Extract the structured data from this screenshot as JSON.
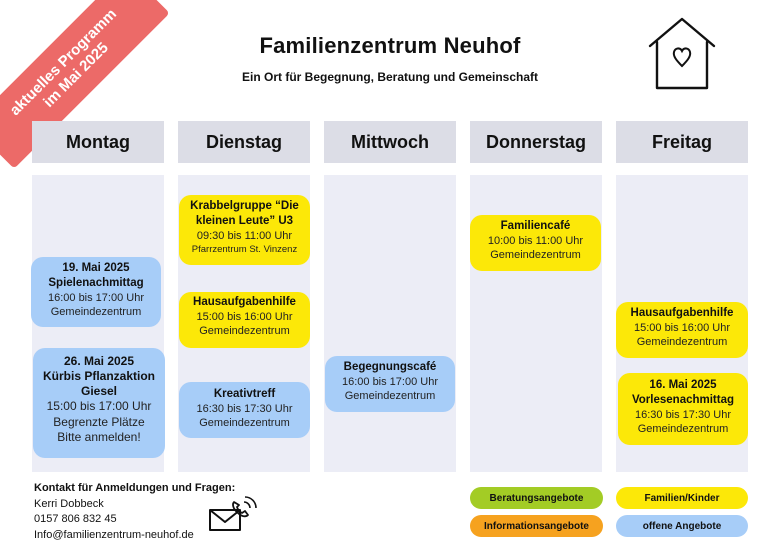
{
  "banner": {
    "line1": "aktuelles Programm",
    "line2": "im Mai 2025"
  },
  "header": {
    "title": "Familienzentrum Neuhof",
    "subtitle": "Ein Ort für Begegnung, Beratung und Gemeinschaft",
    "logo_icon": "house-heart-icon"
  },
  "days": [
    "Montag",
    "Dienstag",
    "Mittwoch",
    "Donnerstag",
    "Freitag"
  ],
  "events": {
    "mon1": {
      "title1": "19. Mai 2025",
      "title2": "Spielenachmittag",
      "time": "16:00 bis 17:00 Uhr",
      "place": "Gemeindezentrum"
    },
    "mon2": {
      "title1": "26. Mai 2025",
      "title2": "Kürbis Pflanzaktion",
      "title3": "Giesel",
      "time": "15:00 bis 17:00 Uhr",
      "note1": "Begrenzte Plätze",
      "note2": "Bitte anmelden!"
    },
    "tue1": {
      "title1": "Krabbelgruppe “Die",
      "title2": "kleinen Leute” U3",
      "time": "09:30 bis 11:00 Uhr",
      "place": "Pfarrzentrum St. Vinzenz"
    },
    "tue2": {
      "title": "Hausaufgabenhilfe",
      "time": "15:00 bis 16:00 Uhr",
      "place": "Gemeindezentrum"
    },
    "tue3": {
      "title": "Kreativtreff",
      "time": "16:30 bis 17:30 Uhr",
      "place": "Gemeindezentrum"
    },
    "wed1": {
      "title": "Begegnungscafé",
      "time": "16:00 bis 17:00 Uhr",
      "place": "Gemeindezentrum"
    },
    "thu1": {
      "title": "Familiencafé",
      "time": "10:00 bis 11:00 Uhr",
      "place": "Gemeindezentrum"
    },
    "fri1": {
      "title": "Hausaufgabenhilfe",
      "time": "15:00 bis 16:00 Uhr",
      "place": "Gemeindezentrum"
    },
    "fri2": {
      "title1": "16. Mai 2025",
      "title2": "Vorlesenachmittag",
      "time": "16:30 bis 17:30 Uhr",
      "place": "Gemeindezentrum"
    }
  },
  "contact": {
    "heading": "Kontakt für Anmeldungen und Fragen:",
    "name": "Kerri Dobbeck",
    "phone": "0157 806 832 45",
    "email": "Info@familienzentrum-neuhof.de",
    "icon": "mail-phone-icon"
  },
  "legend": {
    "beratung": "Beratungsangebote",
    "information": "Informationsangebote",
    "familien": "Familien/Kinder",
    "offen": "offene Angebote"
  },
  "colors": {
    "banner": "#ec6a68",
    "day_header": "#dcdde6",
    "day_column": "#ecedf6",
    "yellow": "#fce808",
    "blue": "#a7cdf8",
    "green": "#a3cc25",
    "orange": "#f6a21f"
  }
}
